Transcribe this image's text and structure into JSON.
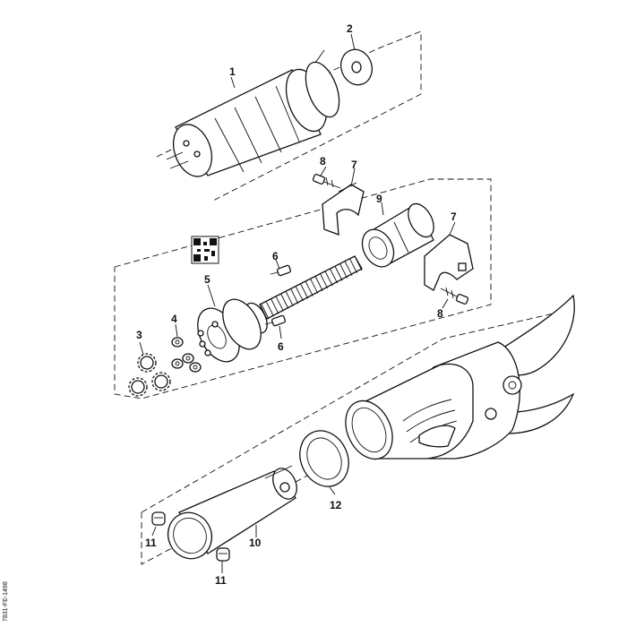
{
  "callouts": {
    "c1": "1",
    "c2": "2",
    "c3": "3",
    "c4": "4",
    "c5": "5",
    "c6a": "6",
    "c6b": "6",
    "c7a": "7",
    "c7b": "7",
    "c8a": "8",
    "c8b": "8",
    "c9": "9",
    "c10": "10",
    "c11a": "11",
    "c11b": "11",
    "c12": "12"
  },
  "drawing_code": "7831-FE-1498"
}
